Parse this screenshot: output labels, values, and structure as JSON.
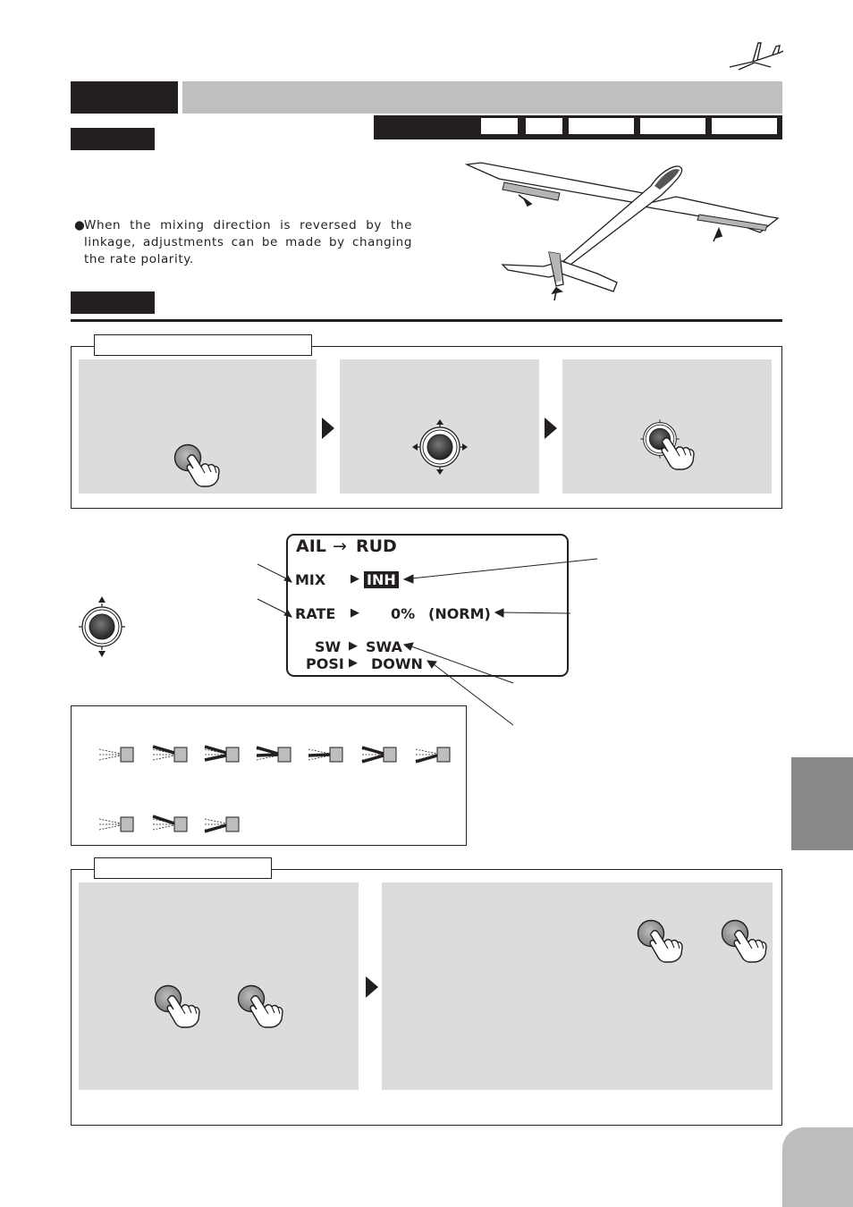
{
  "note": {
    "bullet": "●",
    "text": "When the mixing direction is reversed by the linkage, adjustments can be made by changing the rate polarity."
  },
  "lcd": {
    "title_left": "AIL",
    "title_arrow": "→",
    "title_right": "RUD",
    "mix_label": "MIX",
    "mix_value": "INH",
    "rate_label": "RATE",
    "rate_value": "0%",
    "rate_mode": "(NORM)",
    "sw_label": "SW",
    "sw_value": "SWA",
    "posi_label": "POSI",
    "posi_value": "DOWN",
    "pointer_glyph": "▶"
  },
  "icons": {
    "push_button": "push-button-icon",
    "hand": "hand-press-icon",
    "dial": "jog-dial-icon",
    "switch": "switch-position-icon",
    "glider": "glider-logo-icon",
    "aircraft": "glider-aircraft-illustration"
  },
  "colors": {
    "dark": "#231f20",
    "panel": "#dcdcdd",
    "header_grey": "#bfbfc0",
    "side_tab": "#87888a",
    "page_tab": "#bcbdbf"
  }
}
